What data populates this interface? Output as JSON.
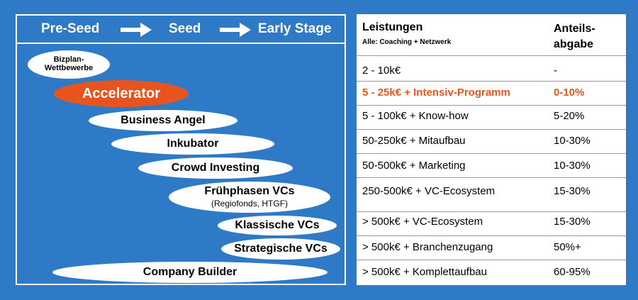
{
  "stages": [
    "Pre-Seed",
    "Seed",
    "Early Stage"
  ],
  "programs": [
    {
      "label": "Bizplan-\nWettbewerbe",
      "sub": ""
    },
    {
      "label": "Accelerator",
      "sub": ""
    },
    {
      "label": "Business Angel",
      "sub": ""
    },
    {
      "label": "Inkubator",
      "sub": ""
    },
    {
      "label": "Crowd Investing",
      "sub": ""
    },
    {
      "label": "Frühphasen VCs",
      "sub": "(Regiofonds, HTGF)"
    },
    {
      "label": "Klassische VCs",
      "sub": ""
    },
    {
      "label": "Strategische VCs",
      "sub": ""
    },
    {
      "label": "Company Builder",
      "sub": ""
    }
  ],
  "table": {
    "header_leistungen": "Leistungen",
    "header_sub": "Alle: Coaching + Netzwerk",
    "header_anteil": "Anteils-\nabgabe",
    "rows": [
      {
        "leistung": "2 - 10k€",
        "anteil": "-"
      },
      {
        "leistung": "5 - 25k€ + Intensiv-Programm",
        "anteil": "0-10%"
      },
      {
        "leistung": "5 - 100k€ + Know-how",
        "anteil": "5-20%"
      },
      {
        "leistung": "50-250k€ + Mitaufbau",
        "anteil": "10-30%"
      },
      {
        "leistung": "50-500k€ + Marketing",
        "anteil": "10-30%"
      },
      {
        "leistung": "250-500k€ + VC-Ecosystem",
        "anteil": "15-30%"
      },
      {
        "leistung": "> 500k€ + VC-Ecosystem",
        "anteil": "15-30%"
      },
      {
        "leistung": "> 500k€ + Branchenzugang",
        "anteil": "50%+"
      },
      {
        "leistung": "> 500k€ + Komplettaufbau",
        "anteil": "60-95%"
      }
    ]
  },
  "colors": {
    "background": "#2f7ac6",
    "accent": "#e8541d",
    "panel": "#ffffff"
  }
}
